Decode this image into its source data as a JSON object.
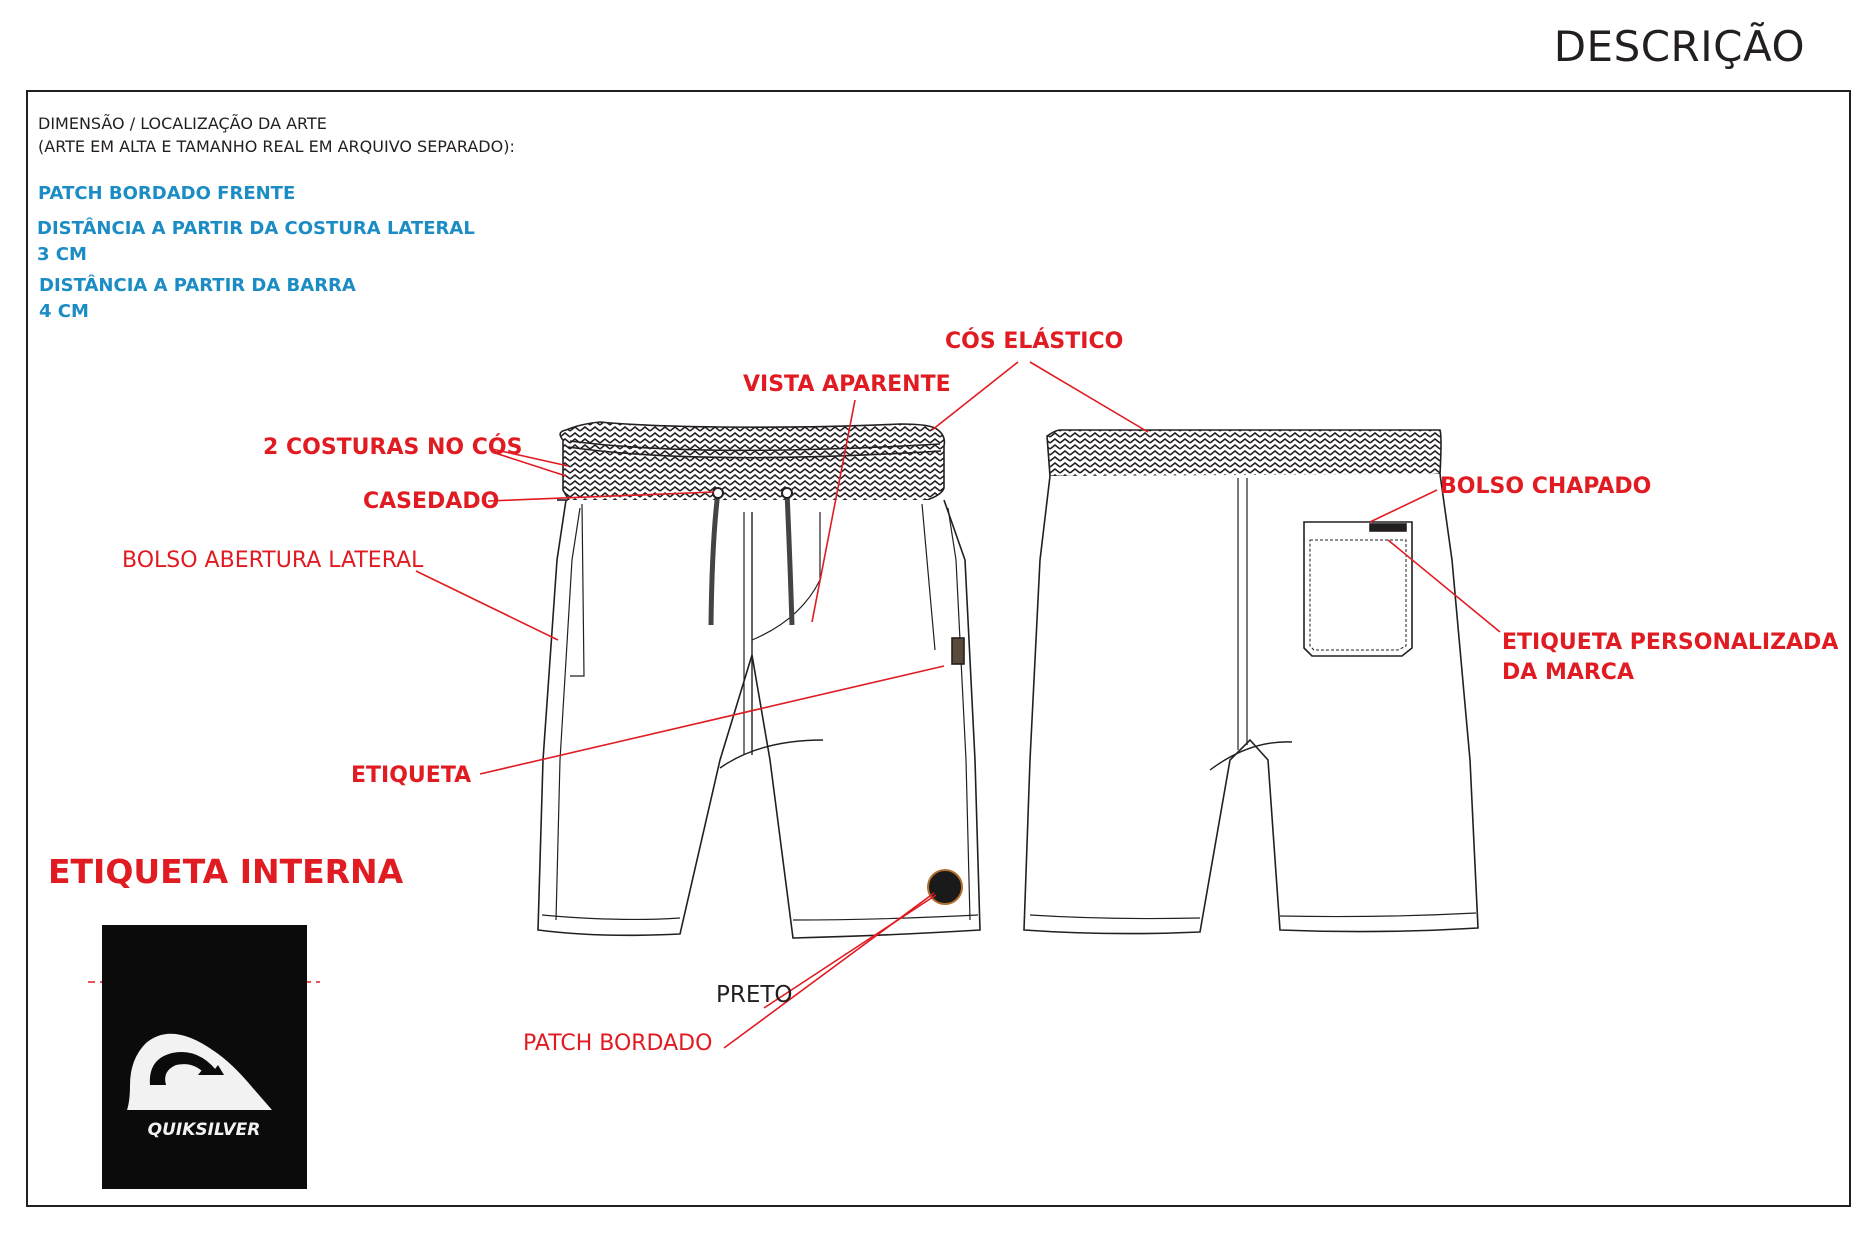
{
  "page": {
    "title": "DESCRIÇÃO"
  },
  "info": {
    "line1": "DIMENSÃO / LOCALIZAÇÃO DA ARTE",
    "line2": "(ARTE EM ALTA E TAMANHO REAL EM ARQUIVO SEPARADO):",
    "patch": "PATCH BORDADO FRENTE",
    "side_seam": "DISTÂNCIA A PARTIR DA COSTURA LATERAL",
    "side_value": "3 CM",
    "hem": "DISTÂNCIA A PARTIR DA BARRA",
    "hem_value": "4 CM"
  },
  "labels": {
    "elastic_waist": "CÓS  ELÁSTICO",
    "visible_facing": "VISTA APARENTE",
    "two_seams": "2 COSTURAS NO CÓS",
    "buttonhole": "CASEDADO",
    "side_pocket": "BOLSO ABERTURA LATERAL",
    "tag": "ETIQUETA",
    "patch_pocket": "BOLSO CHAPADO",
    "brand_tag_1": "ETIQUETA PERSONALIZADA",
    "brand_tag_2": "DA MARCA",
    "embroidered_patch": "PATCH BORDADO",
    "black": "PRETO"
  },
  "internal_label": {
    "title": "ETIQUETA INTERNA",
    "brand": "QUIKSILVER",
    "background_color": "#0b0b0b"
  },
  "colors": {
    "annotation": "#e01b22",
    "info_blue": "#1b8cc4",
    "outline": "#231f20"
  }
}
